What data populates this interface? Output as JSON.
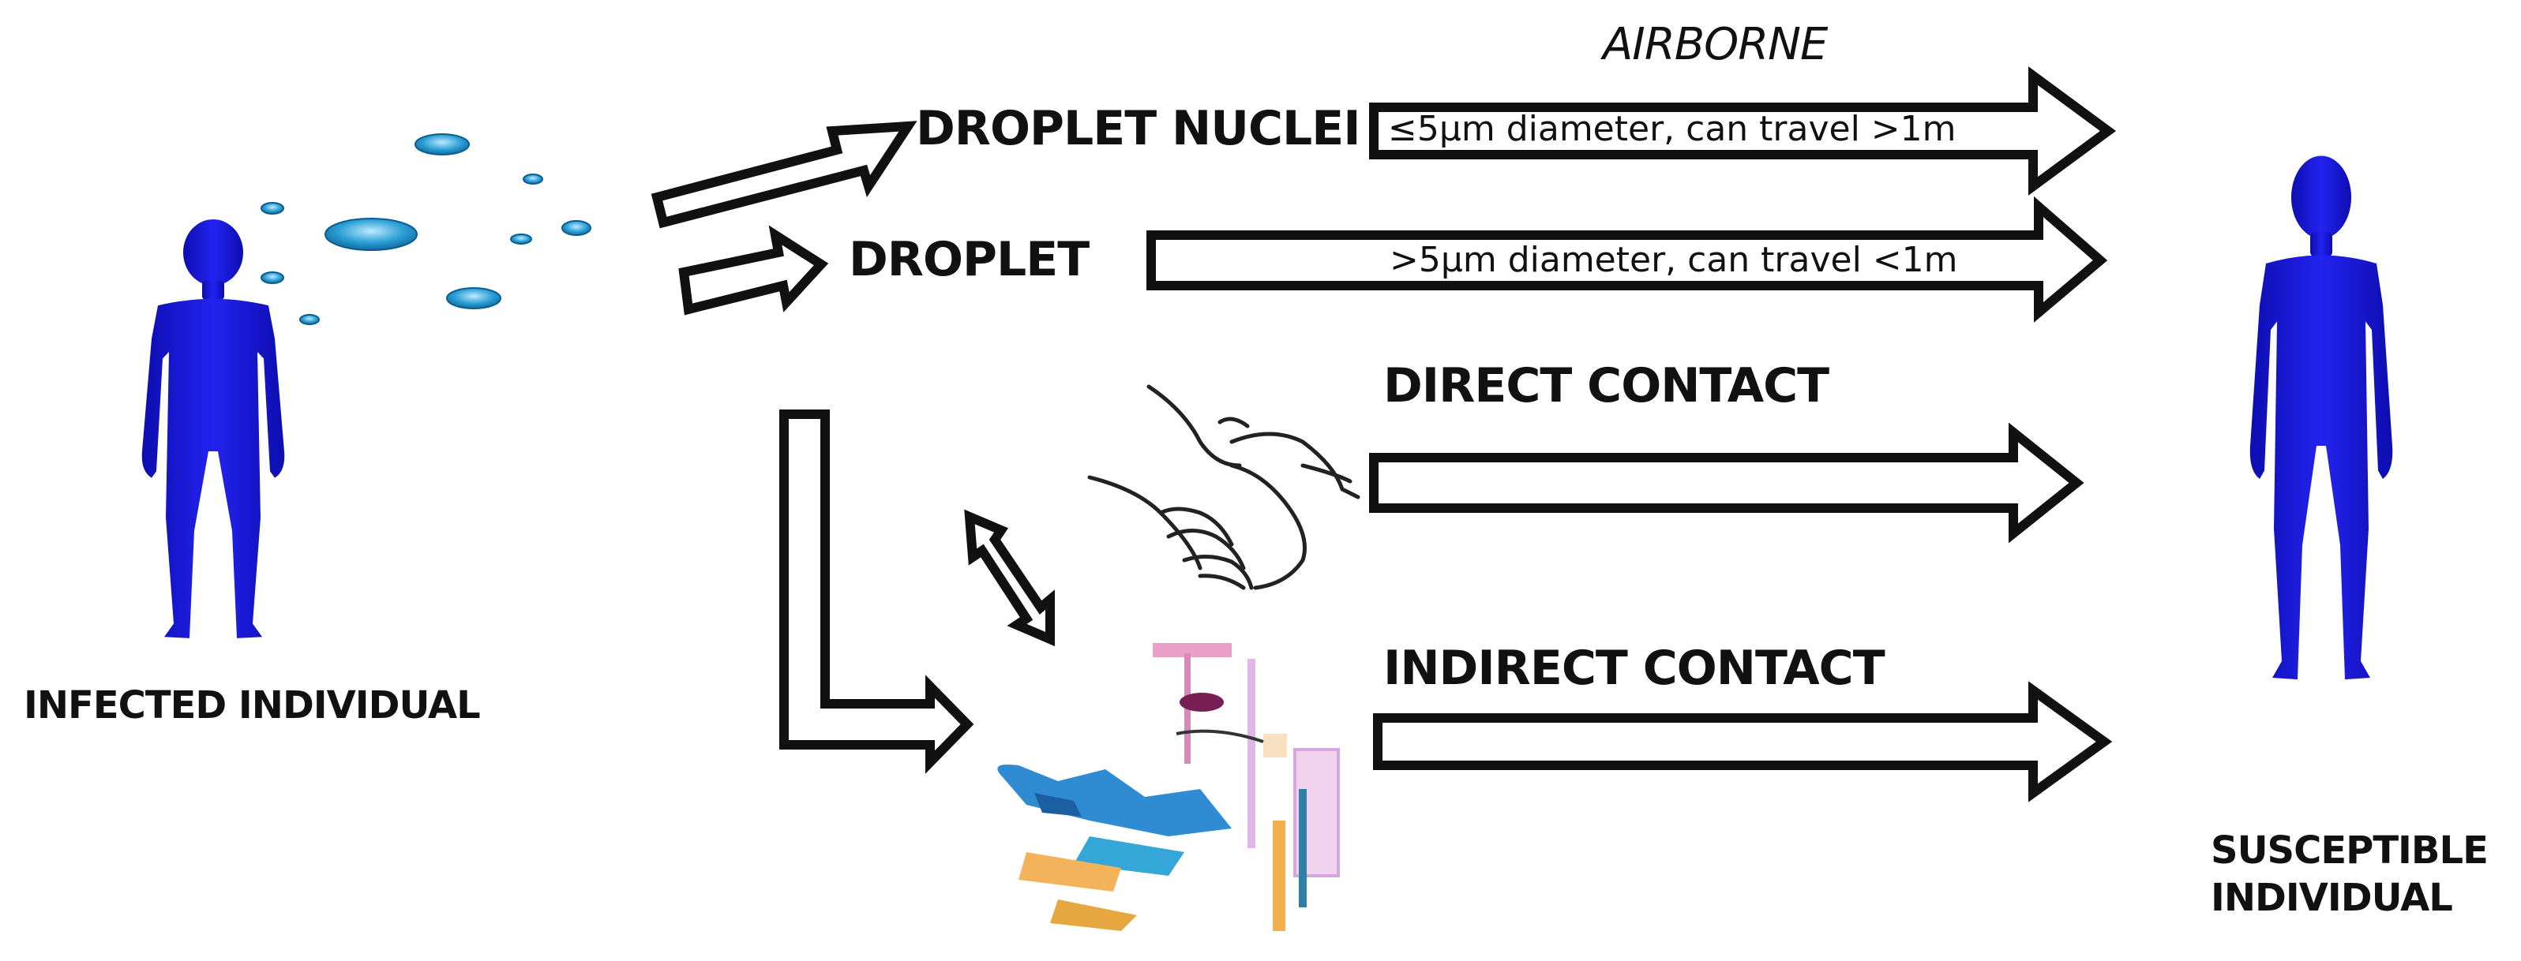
{
  "figure": {
    "infected_label": "INFECTED INDIVIDUAL",
    "susceptible_label_line1": "SUSCEPTIBLE",
    "susceptible_label_line2": "INDIVIDUAL",
    "airborne_label": "AIRBORNE",
    "droplet_nuclei_label": "DROPLET NUCLEI",
    "droplet_nuclei_detail": "≤5μm diameter, can travel >1m",
    "droplet_label": "DROPLET",
    "droplet_detail": ">5μm diameter, can travel <1m",
    "direct_contact_label": "DIRECT CONTACT",
    "indirect_contact_label": "INDIRECT CONTACT"
  },
  "colors": {
    "person": "#1a1adc",
    "droplet": "#2a9fd6",
    "arrow_stroke": "#111111",
    "arrow_fill": "#ffffff"
  },
  "icons": [
    "person-icon",
    "droplets-icon",
    "handshake-icon",
    "dental-chair-icon"
  ]
}
